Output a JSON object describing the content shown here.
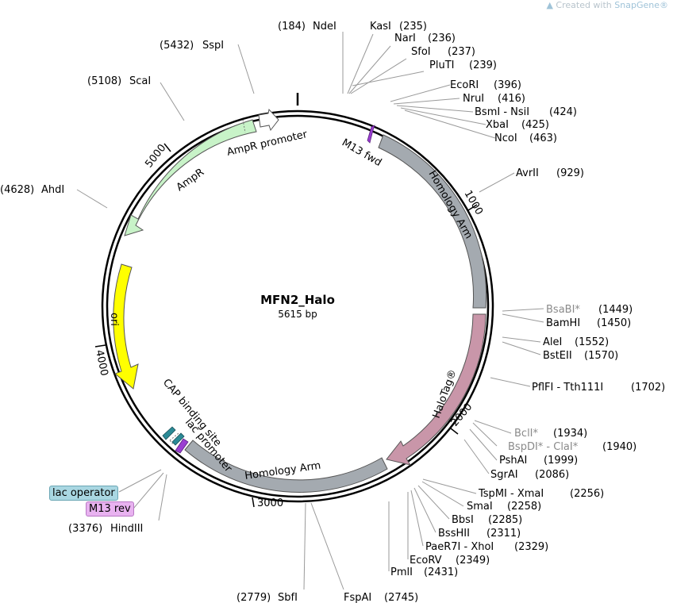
{
  "credit": {
    "prefix": "Created with ",
    "brand": "SnapGene®"
  },
  "plasmid": {
    "name": "MFN2_Halo",
    "size": "5615 bp"
  },
  "ticks": [
    "1000",
    "2000",
    "3000",
    "4000",
    "5000"
  ],
  "features": {
    "m13fwd": "M13 fwd",
    "homology1": "Homology Arm",
    "halotag": "HaloTag®",
    "homology2": "Homology Arm",
    "ampr": "AmpR",
    "ampr_promoter": "AmpR promoter",
    "ori": "ori",
    "cap": "CAP binding site",
    "lac_promoter": "lac promoter",
    "lac_operator": "lac operator",
    "m13rev": "M13 rev"
  },
  "colors": {
    "homology": "#a4aab0",
    "halotag": "#c996a9",
    "ampr": "#c8f3c8",
    "ori": "#ffff00",
    "m13": "#9b3fd1",
    "lac_operator": "#2b8a96",
    "lac_operator_box": "#a9d7e2",
    "m13rev_box": "#e8b2f0"
  },
  "sites": [
    {
      "id": "ndei",
      "name": "NdeI",
      "pos": "(184)",
      "side": "left"
    },
    {
      "id": "kasi",
      "name": "KasI",
      "pos": "(235)",
      "side": "right"
    },
    {
      "id": "nari",
      "name": "NarI",
      "pos": "(236)",
      "side": "right"
    },
    {
      "id": "sfoi",
      "name": "SfoI",
      "pos": "(237)",
      "side": "right"
    },
    {
      "id": "pluti",
      "name": "PluTI",
      "pos": "(239)",
      "side": "right"
    },
    {
      "id": "ecori",
      "name": "EcoRI",
      "pos": "(396)",
      "side": "right"
    },
    {
      "id": "nrui",
      "name": "NruI",
      "pos": "(416)",
      "side": "right"
    },
    {
      "id": "bsmi",
      "name": "BsmI - NsiI",
      "pos": "(424)",
      "side": "right"
    },
    {
      "id": "xbai",
      "name": "XbaI",
      "pos": "(425)",
      "side": "right"
    },
    {
      "id": "ncoi",
      "name": "NcoI",
      "pos": "(463)",
      "side": "right"
    },
    {
      "id": "avrii",
      "name": "AvrII",
      "pos": "(929)",
      "side": "right"
    },
    {
      "id": "bsabi",
      "name": "BsaBI*",
      "pos": "(1449)",
      "side": "right",
      "gray": true
    },
    {
      "id": "bamhi",
      "name": "BamHI",
      "pos": "(1450)",
      "side": "right"
    },
    {
      "id": "alei",
      "name": "AleI",
      "pos": "(1552)",
      "side": "right"
    },
    {
      "id": "bsteii",
      "name": "BstEII",
      "pos": "(1570)",
      "side": "right"
    },
    {
      "id": "pflfi",
      "name": "PflFI - Tth111I",
      "pos": "(1702)",
      "side": "right"
    },
    {
      "id": "bcli",
      "name": "BclI*",
      "pos": "(1934)",
      "side": "right",
      "gray": true
    },
    {
      "id": "bspdi",
      "name": "BspDI* - ClaI*",
      "pos": "(1940)",
      "side": "right",
      "gray": true
    },
    {
      "id": "pshai",
      "name": "PshAI",
      "pos": "(1999)",
      "side": "right"
    },
    {
      "id": "sgrai",
      "name": "SgrAI",
      "pos": "(2086)",
      "side": "right"
    },
    {
      "id": "tspmi",
      "name": "TspMI - XmaI",
      "pos": "(2256)",
      "side": "right"
    },
    {
      "id": "smai",
      "name": "SmaI",
      "pos": "(2258)",
      "side": "right"
    },
    {
      "id": "bbsi",
      "name": "BbsI",
      "pos": "(2285)",
      "side": "right"
    },
    {
      "id": "bsshii",
      "name": "BssHII",
      "pos": "(2311)",
      "side": "right"
    },
    {
      "id": "paer7i",
      "name": "PaeR7I - XhoI",
      "pos": "(2329)",
      "side": "right"
    },
    {
      "id": "ecorv",
      "name": "EcoRV",
      "pos": "(2349)",
      "side": "right"
    },
    {
      "id": "pmli",
      "name": "PmlI",
      "pos": "(2431)",
      "side": "right"
    },
    {
      "id": "fspai",
      "name": "FspAI",
      "pos": "(2745)",
      "side": "right"
    },
    {
      "id": "sbfi",
      "name": "SbfI",
      "pos": "(2779)",
      "side": "left"
    },
    {
      "id": "hindiii",
      "name": "HindIII",
      "pos": "(3376)",
      "side": "left"
    },
    {
      "id": "ahdi",
      "name": "AhdI",
      "pos": "(4628)",
      "side": "left"
    },
    {
      "id": "scai",
      "name": "ScaI",
      "pos": "(5108)",
      "side": "left"
    },
    {
      "id": "sspi",
      "name": "SspI",
      "pos": "(5432)",
      "side": "left"
    }
  ]
}
